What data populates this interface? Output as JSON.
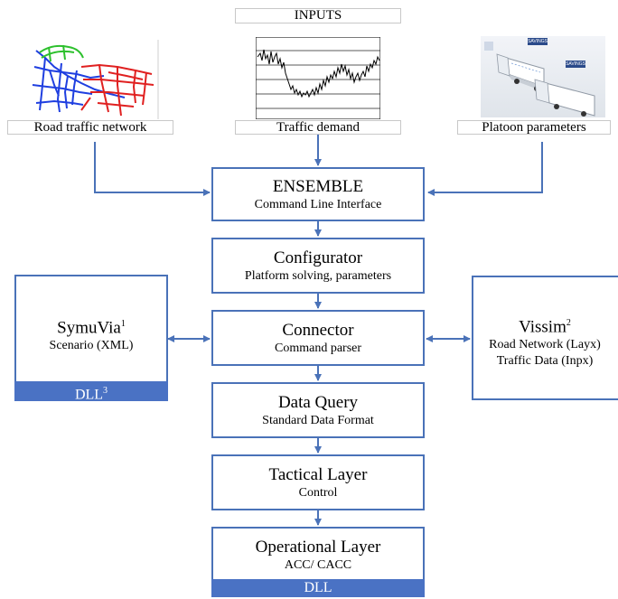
{
  "inputs": {
    "title": "INPUTS",
    "road_network_label": "Road traffic network",
    "traffic_demand_label": "Traffic demand",
    "platoon_label": "Platoon parameters",
    "platoon_badge": "SAVINGS"
  },
  "ensemble": {
    "title": "ENSEMBLE",
    "subtitle": "Command Line Interface"
  },
  "configurator": {
    "title": "Configurator",
    "subtitle": "Platform solving, parameters"
  },
  "connector": {
    "title": "Connector",
    "subtitle": "Command parser"
  },
  "data_query": {
    "title": "Data Query",
    "subtitle": "Standard Data Format"
  },
  "tactical": {
    "title": "Tactical Layer",
    "subtitle": "Control"
  },
  "operational": {
    "title": "Operational Layer",
    "subtitle": "ACC/ CACC",
    "footer": "DLL"
  },
  "symuvia": {
    "title": "SymuVia",
    "title_sup": "1",
    "subtitle": "Scenario (XML)",
    "footer": "DLL",
    "footer_sup": "3"
  },
  "vissim": {
    "title": "Vissim",
    "title_sup": "2",
    "line1": "Road Network (Layx)",
    "line2": "Traffic Data (Inpx)"
  },
  "colors": {
    "box_border": "#4a72b8",
    "dll_bar": "#4a72c4",
    "arrow": "#4a72b8"
  }
}
